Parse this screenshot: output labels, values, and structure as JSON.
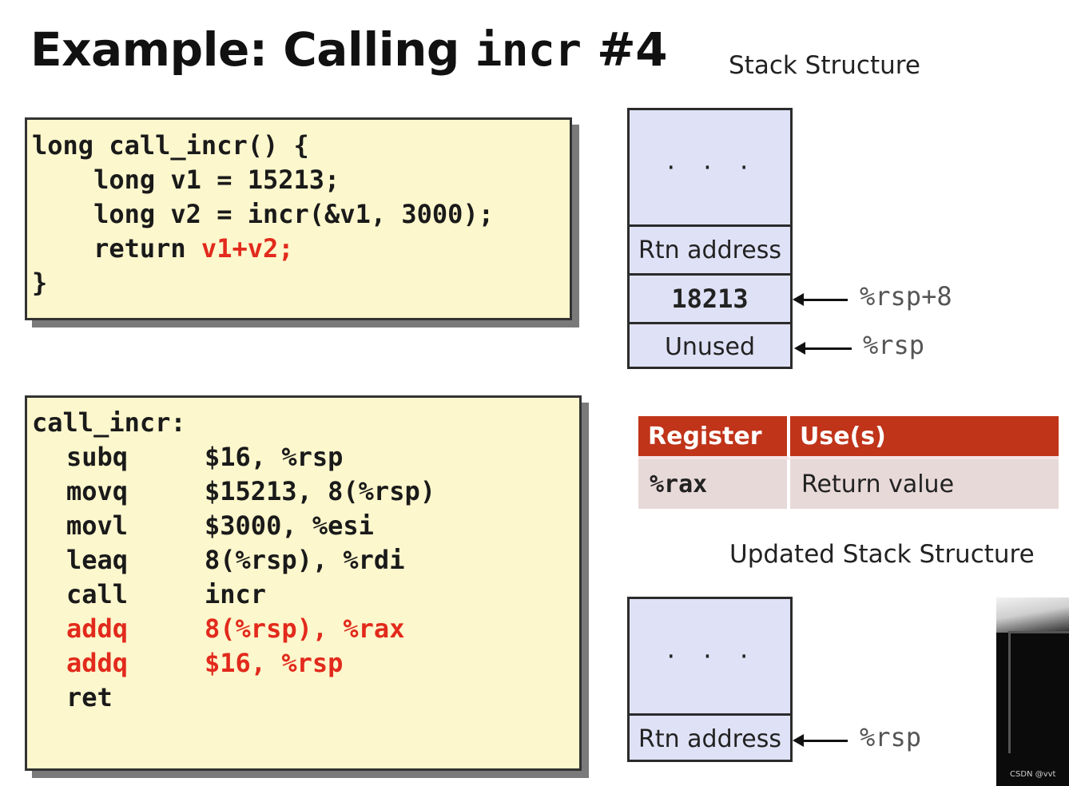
{
  "title": {
    "text": "Example: Calling ",
    "code": "incr",
    "suffix": " #4"
  },
  "c_code": {
    "lines": [
      {
        "text": "long call_incr() {",
        "highlight": ""
      },
      {
        "text": "    long v1 = 15213;",
        "highlight": ""
      },
      {
        "text": "    long v2 = incr(&v1, 3000);",
        "highlight": ""
      },
      {
        "text": "    return ",
        "highlight": "v1+v2;"
      },
      {
        "text": "}",
        "highlight": ""
      }
    ]
  },
  "asm_code": {
    "label": "call_incr:",
    "rows": [
      {
        "op": "subq",
        "args": "$16, %rsp",
        "red": false
      },
      {
        "op": "movq",
        "args": "$15213, 8(%rsp)",
        "red": false
      },
      {
        "op": "movl",
        "args": "$3000, %esi",
        "red": false
      },
      {
        "op": "leaq",
        "args": "8(%rsp), %rdi",
        "red": false
      },
      {
        "op": "call",
        "args": "incr",
        "red": false
      },
      {
        "op": "addq",
        "args": "8(%rsp), %rax",
        "red": true
      },
      {
        "op": "addq",
        "args": "$16, %rsp",
        "red": true
      },
      {
        "op": "ret",
        "args": "",
        "red": false
      }
    ]
  },
  "stack": {
    "title": "Stack Structure",
    "cells": [
      "· · ·",
      "Rtn address",
      "18213",
      "Unused"
    ],
    "pointers": [
      "%rsp+8",
      "%rsp"
    ]
  },
  "register_table": {
    "headers": [
      "Register",
      "Use(s)"
    ],
    "rows": [
      {
        "register": "%rax",
        "use": "Return value"
      }
    ]
  },
  "updated_stack": {
    "title": "Updated Stack Structure",
    "cells": [
      "· · ·",
      "Rtn address"
    ],
    "pointer": "%rsp"
  },
  "watermark": "CSDN @vvt",
  "colors": {
    "code_bg": "#fdf7cd",
    "highlight": "#e22a1c",
    "stack_bg": "#dfe2f6",
    "table_header": "#c0341a",
    "table_row": "#e8d9d9"
  }
}
